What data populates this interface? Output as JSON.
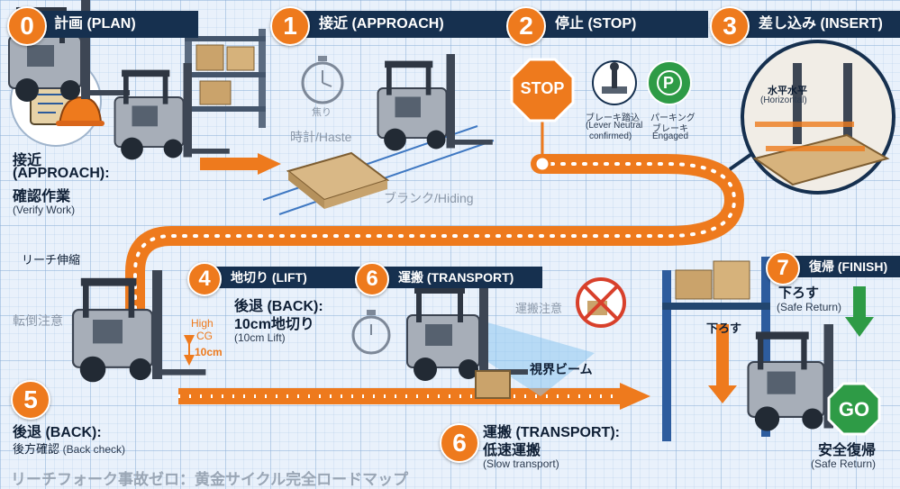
{
  "steps": {
    "s0": {
      "num": "0",
      "title": "計画 (PLAN)"
    },
    "s1": {
      "num": "1",
      "title": "接近 (APPROACH)"
    },
    "s2": {
      "num": "2",
      "title": "停止 (STOP)"
    },
    "s3": {
      "num": "3",
      "title": "差し込み (INSERT)"
    },
    "s4": {
      "num": "4",
      "title": "地切り (LIFT)"
    },
    "s6": {
      "num": "6",
      "title": "運搬 (TRANSPORT)"
    },
    "s7": {
      "num": "7",
      "title": "復帰 (FINISH)"
    }
  },
  "plan": {
    "l1": "接近",
    "l2": "(APPROACH):",
    "l3": "確認作業",
    "l4": "(Verify Work)"
  },
  "approach": {
    "stopwatch_label": "焦り",
    "haste": "時計/Haste",
    "blank": "ブランク/Hiding"
  },
  "stop": {
    "sign": "STOP",
    "brake_l1": "ブレーキ踏込",
    "brake_l2": "(Lever Neutral",
    "brake_l3": "confirmed)",
    "park_icon": "P",
    "park_l1": "パーキング",
    "park_l2": "ブレーキ",
    "park_l3": "Engaged"
  },
  "insert": {
    "level_jp": "水平水平",
    "level_en": "(Horizontal)"
  },
  "reach": {
    "label": "リーチ伸縮"
  },
  "lift": {
    "l1": "後退 (BACK):",
    "l2": "10cm地切り",
    "l3": "(10cm Lift)",
    "tip_warn": "転倒注意",
    "high": "High",
    "cg": "CG",
    "height": "10cm"
  },
  "back": {
    "num": "5",
    "l1": "後退 (BACK):",
    "l2": "後方確認",
    "l3": "(Back check)"
  },
  "transport": {
    "warn": "運搬注意",
    "beam": "視界ビーム",
    "num": "6",
    "l1": "運搬 (TRANSPORT):",
    "l2": "低速運搬",
    "l3": "(Slow transport)"
  },
  "finish": {
    "l1": "下ろす",
    "l2": "(Safe Return)",
    "lower": "下ろす",
    "go": "GO",
    "safe_jp": "安全復帰",
    "safe_en": "(Safe Return)"
  },
  "footer": {
    "title": "リーチフォーク事故ゼロ：黄金サイクル完全ロードマップ"
  },
  "colors": {
    "orange": "#ee7a1d",
    "navy": "#16304f",
    "green": "#2e9b46",
    "red": "#d8402b"
  }
}
